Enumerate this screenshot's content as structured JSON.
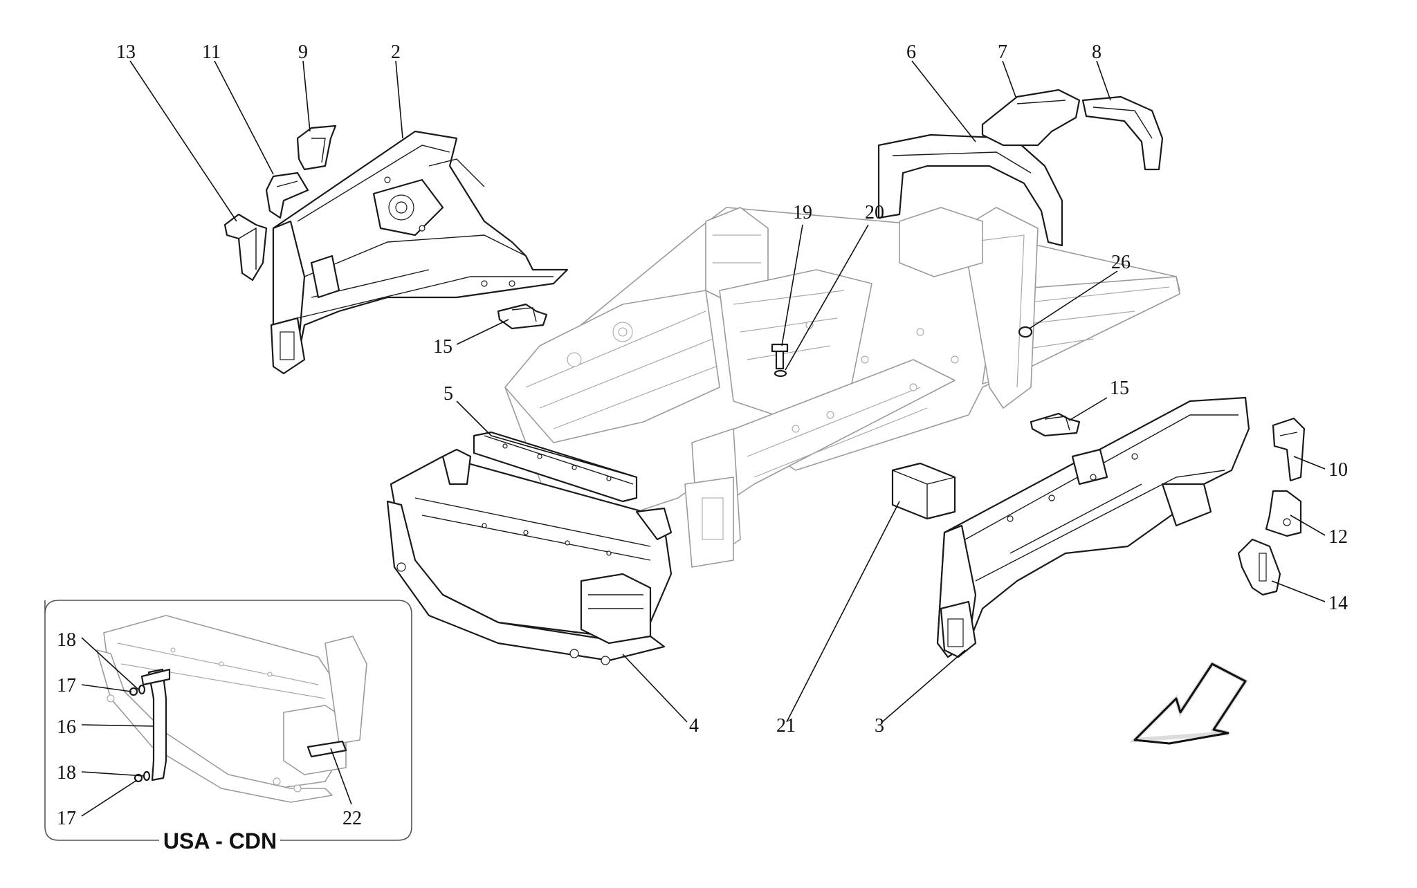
{
  "callouts": {
    "c13": "13",
    "c11": "11",
    "c9": "9",
    "c2": "2",
    "c6": "6",
    "c7": "7",
    "c8": "8",
    "c19": "19",
    "c20": "20",
    "c26": "26",
    "c15a": "15",
    "c15b": "15",
    "c5": "5",
    "c10": "10",
    "c12": "12",
    "c14": "14",
    "c4": "4",
    "c21": "21",
    "c3": "3",
    "c18a": "18",
    "c17a": "17",
    "c16": "16",
    "c18b": "18",
    "c17b": "17",
    "c22": "22"
  },
  "inset": {
    "title": "USA - CDN"
  },
  "icons": {
    "direction_arrow": "front-direction-arrow-icon"
  },
  "colors": {
    "line": "#1a1a1a",
    "ghost_line": "#9a9a9a",
    "background": "#ffffff"
  }
}
